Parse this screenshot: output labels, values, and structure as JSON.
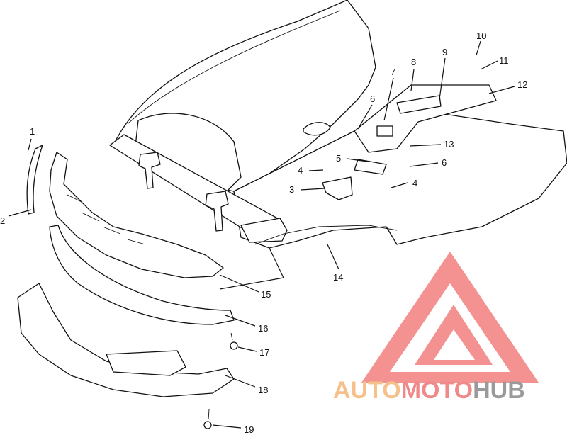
{
  "diagram": {
    "callouts": [
      {
        "id": "c1",
        "label": "1"
      },
      {
        "id": "c2",
        "label": "2"
      },
      {
        "id": "c3",
        "label": "3"
      },
      {
        "id": "c4a",
        "label": "4"
      },
      {
        "id": "c4b",
        "label": "4"
      },
      {
        "id": "c5",
        "label": "5"
      },
      {
        "id": "c6a",
        "label": "6"
      },
      {
        "id": "c6b",
        "label": "6"
      },
      {
        "id": "c7",
        "label": "7"
      },
      {
        "id": "c8",
        "label": "8"
      },
      {
        "id": "c9",
        "label": "9"
      },
      {
        "id": "c10",
        "label": "10"
      },
      {
        "id": "c11",
        "label": "11"
      },
      {
        "id": "c12",
        "label": "12"
      },
      {
        "id": "c13",
        "label": "13"
      },
      {
        "id": "c14",
        "label": "14"
      },
      {
        "id": "c15",
        "label": "15"
      },
      {
        "id": "c16",
        "label": "16"
      },
      {
        "id": "c17",
        "label": "17"
      },
      {
        "id": "c18",
        "label": "18"
      },
      {
        "id": "c19",
        "label": "19"
      }
    ]
  },
  "watermark": {
    "part_auto": "AUTO",
    "part_moto": "MOTO",
    "part_hub": "HUB",
    "colors": {
      "auto": "#f5c08a",
      "moto": "#f08a8a",
      "hub": "#9a9a9a"
    }
  }
}
